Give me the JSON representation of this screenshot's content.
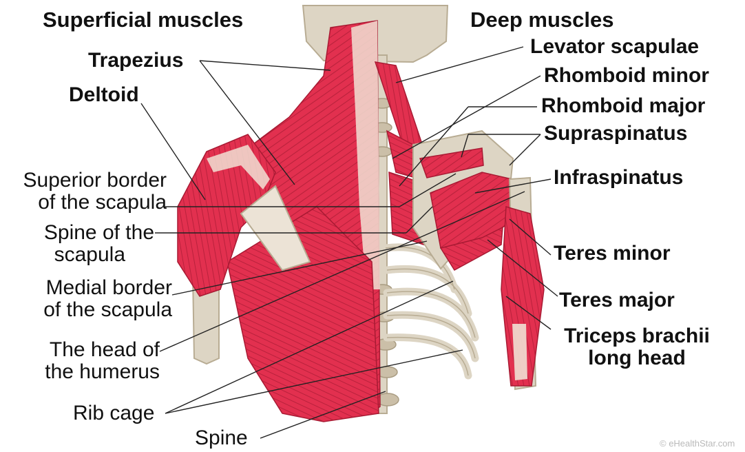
{
  "headings": {
    "superficial": "Superficial muscles",
    "deep": "Deep muscles"
  },
  "labels_right": {
    "levator_scapulae": "Levator scapulae",
    "rhomboid_minor": "Rhomboid minor",
    "rhomboid_major": "Rhomboid major",
    "supraspinatus": "Supraspinatus",
    "infraspinatus": "Infraspinatus",
    "teres_minor": "Teres minor",
    "teres_major": "Teres major",
    "triceps_line1": "Triceps brachii",
    "triceps_line2": "long head"
  },
  "labels_left": {
    "trapezius": "Trapezius",
    "deltoid": "Deltoid",
    "superior_border_line1": "Superior border",
    "superior_border_line2": "of the scapula",
    "spine_scapula_line1": "Spine of the",
    "spine_scapula_line2": "scapula",
    "medial_border_line1": "Medial border",
    "medial_border_line2": "of the scapula",
    "head_humerus_line1": "The head of",
    "head_humerus_line2": "the humerus",
    "rib_cage": "Rib cage",
    "spine": "Spine"
  },
  "watermark": "© eHealthStar.com",
  "colors": {
    "muscle": "#e2304f",
    "muscle_dark": "#a81a33",
    "tendon": "#f1e0d3",
    "bone": "#ddd5c4",
    "bone_shadow": "#b8ac93",
    "leader": "#222222",
    "text": "#111111"
  }
}
